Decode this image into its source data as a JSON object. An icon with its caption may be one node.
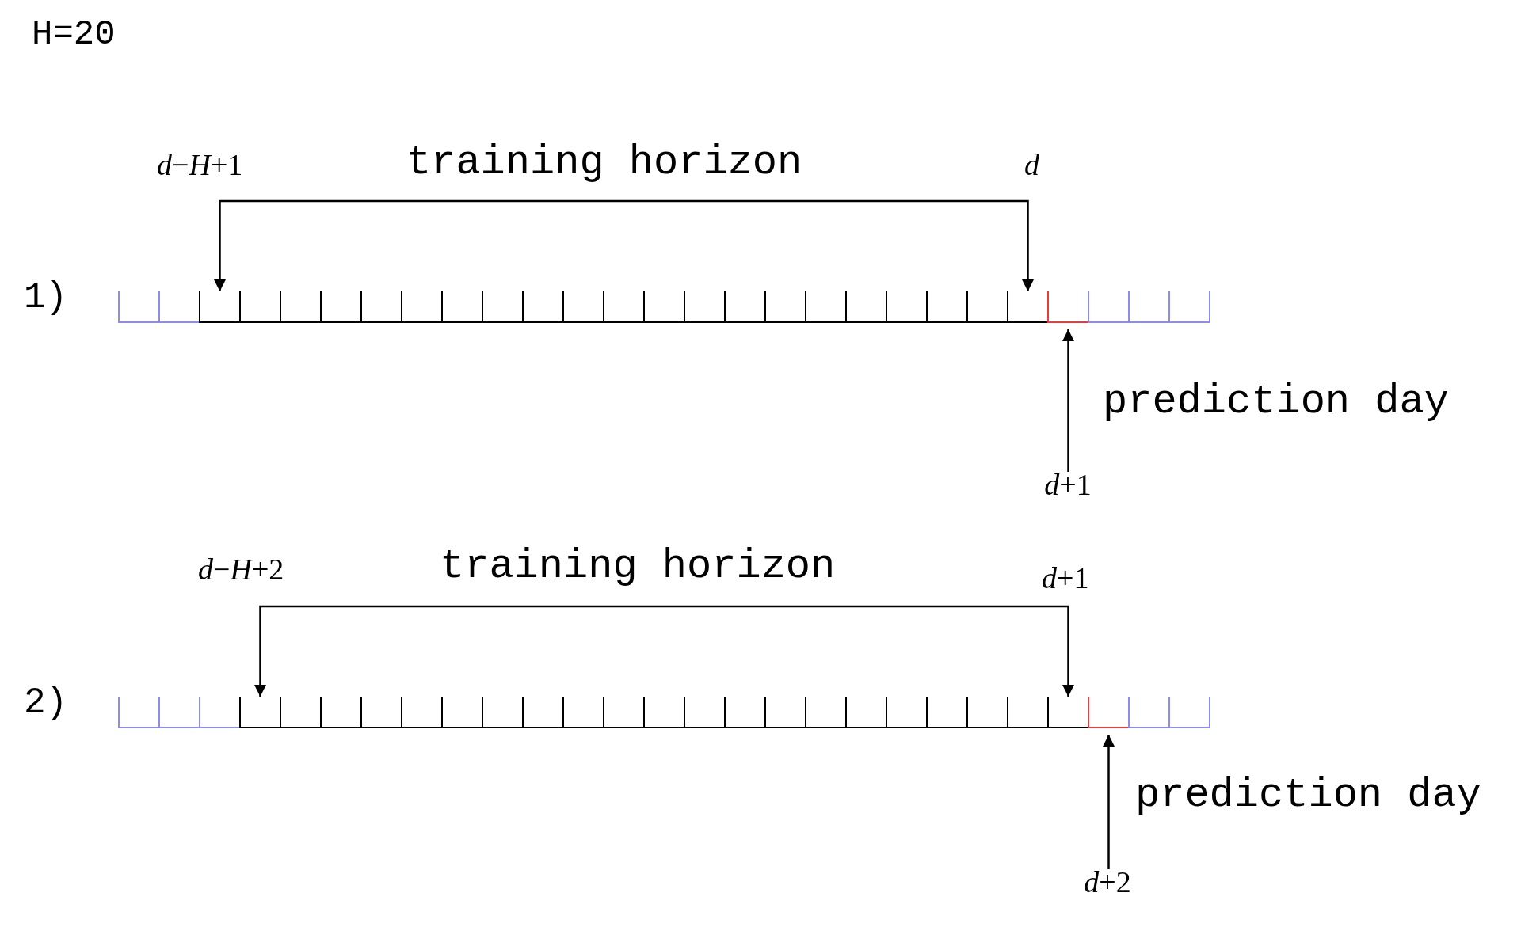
{
  "diagram": {
    "title": "H=20",
    "nodes": [
      {
        "text": [],
        "shape": "box"
      },
      {
        "text": [],
        "shape": "box"
      },
      {
        "text": [],
        "shape": "box"
      },
      {
        "text": [],
        "shape": "box"
      },
      {
        "text": [],
        "shape": "box"
      },
      {
        "text": [],
        "shape": "box"
      },
      {
        "text": [],
        "shape": "box"
      },
      {
        "text": [],
        "shape": "box"
      },
      {
        "text": [],
        "shape": "box"
      },
      {
        "text": [],
        "shape": "box"
      },
      {
        "text": [],
        "shape": "box"
      },
      {
        "text": [],
        "shape": "box"
      },
      {
        "text": [],
        "shape": "box"
      },
      {
        "text": [],
        "shape": "box"
      },
      {
        "text": [],
        "shape": "box"
      },
      {
        "text": [],
        "shape": "box"
      },
      {
        "text": [],
        "shape": "box"
      },
      {
        "text": [],
        "shape": "box"
      },
      {
        "text": [],
        "shape": "box"
      },
      {
        "text": [],
        "shape": "box"
      },
      {
        "text": [],
        "shape": "box"
      },
      {
        "text": [],
        "shape": "box"
      },
      {
        "text": [],
        "shape": "box"
      },
      {
        "text": [],
        "shape": "box"
      },
      {
        "text": [],
        "shape": "box"
      },
      {
        "text": [],
        "shape": "box"
      },
      {
        "text": [],
        "shape": "box"
      },
      {
        "text": [
          "*d*+1"
        ]
      },
      {
        "text": [],
        "shape": "box"
      },
      {
        "text": [],
        "shape": "box"
      },
      {
        "text": [],
        "shape": "box"
      },
      {
        "text": [],
        "shape": "box"
      },
      {
        "text": [],
        "shape": "box"
      },
      {
        "text": [],
        "shape": "box"
      },
      {
        "text": [],
        "shape": "box"
      },
      {
        "text": [],
        "shape": "box"
      },
      {
        "text": [],
        "shape": "box"
      },
      {
        "text": [],
        "shape": "box"
      },
      {
        "text": [],
        "shape": "box"
      },
      {
        "text": [],
        "shape": "box"
      },
      {
        "text": [],
        "shape": "box"
      },
      {
        "text": [],
        "shape": "box"
      },
      {
        "text": [],
        "shape": "box"
      },
      {
        "text": [],
        "shape": "box"
      },
      {
        "text": [],
        "shape": "box"
      },
      {
        "text": [],
        "shape": "box"
      },
      {
        "text": [],
        "shape": "box"
      },
      {
        "text": [],
        "shape": "box"
      },
      {
        "text": [],
        "shape": "box"
      },
      {
        "text": [],
        "shape": "box"
      },
      {
        "text": [],
        "shape": "box"
      },
      {
        "text": [],
        "shape": "box"
      },
      {
        "text": [],
        "shape": "box"
      },
      {
        "text": [],
        "shape": "box"
      },
      {
        "text": [],
        "shape": "box"
      },
      {
        "text": [
          "*d*+2"
        ]
      }
    ],
    "edges": [
      {
        "from": 2,
        "to": 22,
        "arrow": "both"
      },
      {
        "from": 27,
        "to": 23,
        "arrow": "to"
      },
      {
        "from": 31,
        "to": 51,
        "arrow": "both"
      },
      {
        "from": 55,
        "to": 52,
        "arrow": "to"
      }
    ],
    "labels": [
      "*d*−*H*+1",
      "training horizon",
      "*d*",
      "1)",
      "prediction day",
      "*d*−*H*+2",
      "training horizon",
      "*d*+1",
      "2)",
      "prediction day"
    ]
  }
}
